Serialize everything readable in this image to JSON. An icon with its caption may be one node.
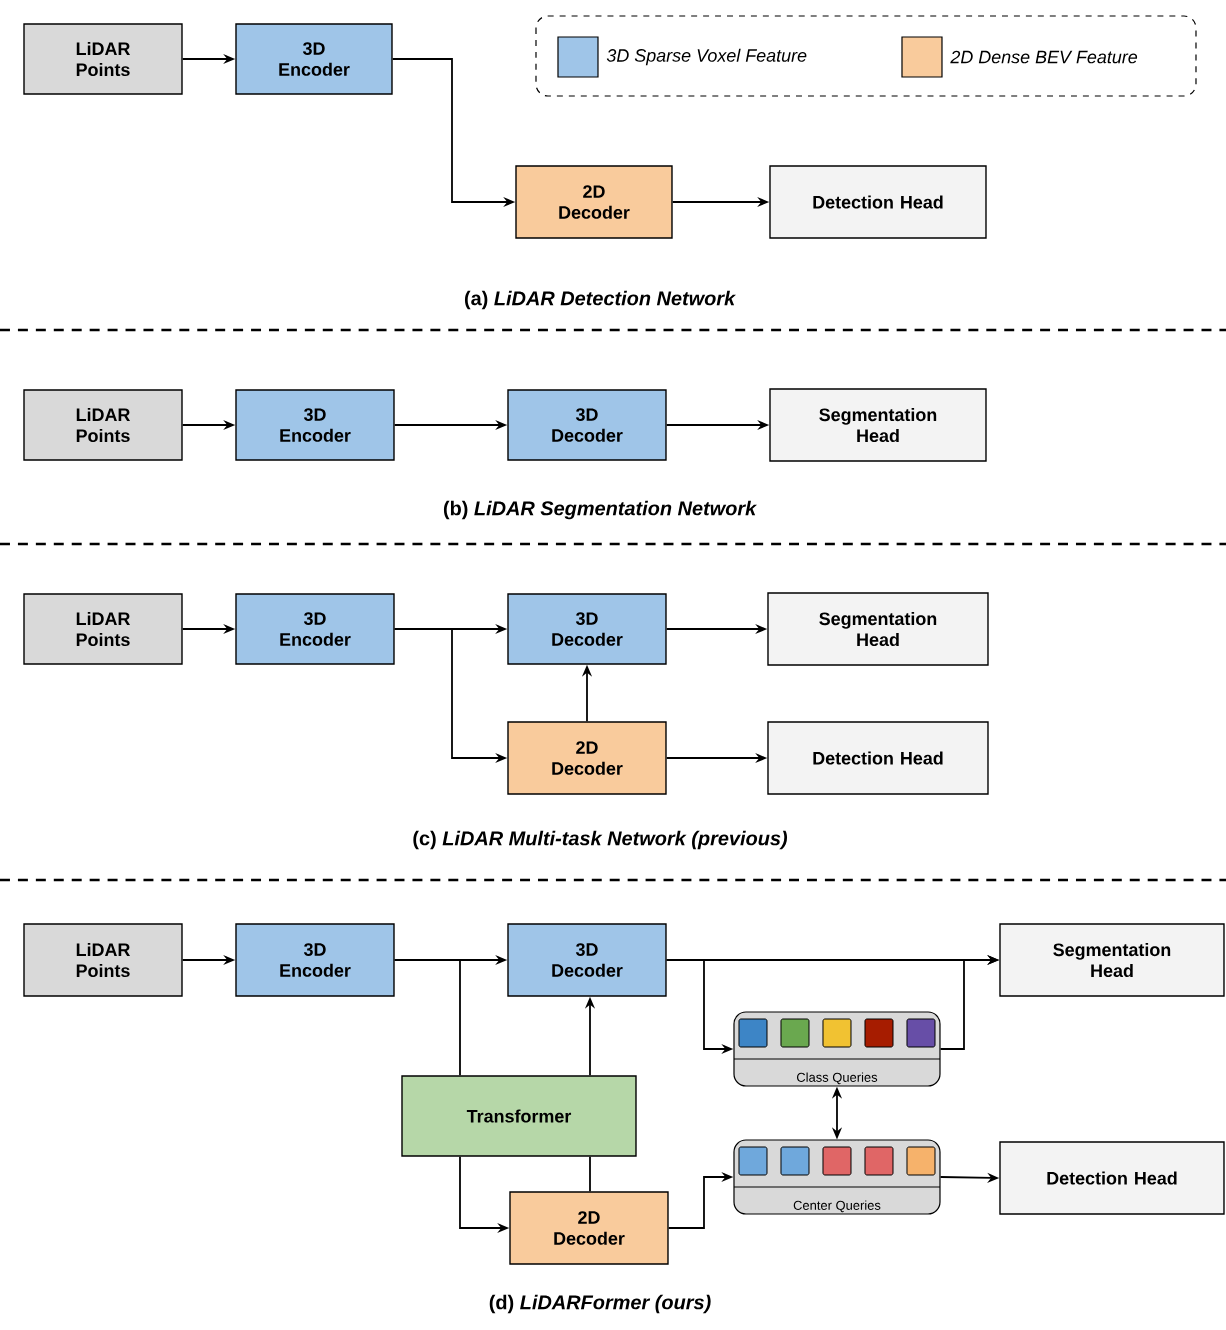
{
  "diagram": {
    "nodes": [
      {
        "text": [
          "LiDAR Points"
        ]
      },
      {
        "text": [
          "3D Encoder"
        ]
      },
      {
        "text": [
          "2D Decoder"
        ]
      },
      {
        "text": [
          "Detection Head"
        ]
      },
      {
        "text": [
          "LiDAR Points"
        ]
      },
      {
        "text": [
          "3D Encoder"
        ]
      },
      {
        "text": [
          "3D Decoder"
        ]
      },
      {
        "text": [
          "Segmentation Head"
        ]
      },
      {
        "text": [
          "LiDAR Points"
        ]
      },
      {
        "text": [
          "3D Encoder"
        ]
      },
      {
        "text": [
          "3D Decoder"
        ]
      },
      {
        "text": [
          "Segmentation Head"
        ]
      },
      {
        "text": [
          "2D Decoder"
        ]
      },
      {
        "text": [
          "Detection Head"
        ]
      },
      {
        "text": [
          "LiDAR Points"
        ]
      },
      {
        "text": [
          "3D Encoder"
        ]
      },
      {
        "text": [
          "3D Decoder"
        ]
      },
      {
        "text": [
          "Segmentation Head"
        ]
      },
      {
        "text": [
          "Transformer"
        ]
      },
      {
        "text": [
          "2D Decoder"
        ]
      },
      {
        "text": [
          "Class Queries"
        ]
      },
      {
        "text": [
          "Center Queries"
        ]
      },
      {
        "text": [
          "Detection Head"
        ]
      }
    ],
    "edges": [
      {
        "from": 0,
        "to": 1,
        "arrow": "to"
      },
      {
        "from": 1,
        "to": 2,
        "arrow": "to"
      },
      {
        "from": 2,
        "to": 3,
        "arrow": "to"
      },
      {
        "from": 4,
        "to": 5,
        "arrow": "to"
      },
      {
        "from": 5,
        "to": 6,
        "arrow": "to"
      },
      {
        "from": 6,
        "to": 7,
        "arrow": "to"
      },
      {
        "from": 8,
        "to": 9,
        "arrow": "to"
      },
      {
        "from": 9,
        "to": 10,
        "arrow": "to"
      },
      {
        "from": 9,
        "to": 12,
        "arrow": "to"
      },
      {
        "from": 12,
        "to": 10,
        "arrow": "to"
      },
      {
        "from": 10,
        "to": 11,
        "arrow": "to"
      },
      {
        "from": 12,
        "to": 13,
        "arrow": "to"
      },
      {
        "from": 14,
        "to": 15,
        "arrow": "to"
      },
      {
        "from": 15,
        "to": 16,
        "arrow": "to"
      },
      {
        "from": 15,
        "to": 18,
        "arrow": "none"
      },
      {
        "from": 18,
        "to": 16,
        "arrow": "to"
      },
      {
        "from": 18,
        "to": 19,
        "arrow": "to"
      },
      {
        "from": 19,
        "to": 18,
        "arrow": "none"
      },
      {
        "from": 16,
        "to": 17,
        "arrow": "to"
      },
      {
        "from": 16,
        "to": 20,
        "arrow": "to"
      },
      {
        "from": 20,
        "to": 17,
        "arrow": "to"
      },
      {
        "from": 20,
        "to": 21,
        "arrow": "both"
      },
      {
        "from": 19,
        "to": 21,
        "arrow": "to"
      },
      {
        "from": 21,
        "to": 22,
        "arrow": "to"
      }
    ],
    "labels": [
      "(a) *LiDAR Detection Network*",
      "(b) *LiDAR Segmentation Network*",
      "(c) *LiDAR Multi-task Network (previous)*",
      "(d) *LiDARFormer (ours)*"
    ],
    "legend": [
      {
        "text": "3D Sparse Voxel Feature",
        "color": "#9fc5e8"
      },
      {
        "text": "2D Dense BEV Feature",
        "color": "#f9cb9c"
      }
    ]
  }
}
